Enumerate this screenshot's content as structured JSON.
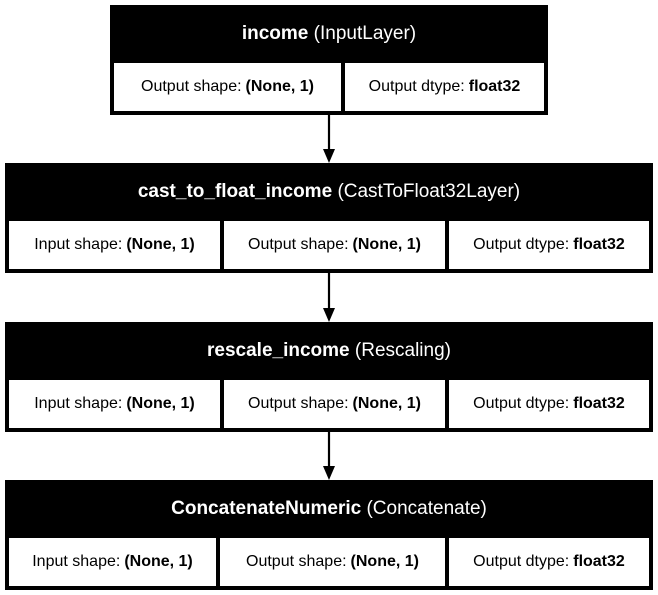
{
  "layers": [
    {
      "name": "income",
      "type": "(InputLayer)",
      "fields": [
        {
          "label": "Output shape:",
          "value": "(None, 1)"
        },
        {
          "label": "Output dtype:",
          "value": "float32"
        }
      ]
    },
    {
      "name": "cast_to_float_income",
      "type": "(CastToFloat32Layer)",
      "fields": [
        {
          "label": "Input shape:",
          "value": "(None, 1)"
        },
        {
          "label": "Output shape:",
          "value": "(None, 1)"
        },
        {
          "label": "Output dtype:",
          "value": "float32"
        }
      ]
    },
    {
      "name": "rescale_income",
      "type": "(Rescaling)",
      "fields": [
        {
          "label": "Input shape:",
          "value": "(None, 1)"
        },
        {
          "label": "Output shape:",
          "value": "(None, 1)"
        },
        {
          "label": "Output dtype:",
          "value": "float32"
        }
      ]
    },
    {
      "name": "ConcatenateNumeric",
      "type": "(Concatenate)",
      "fields": [
        {
          "label": "Input shape:",
          "value": "(None, 1)"
        },
        {
          "label": "Output shape:",
          "value": "(None, 1)"
        },
        {
          "label": "Output dtype:",
          "value": "float32"
        }
      ]
    }
  ],
  "edges": [
    {
      "from": 0,
      "to": 1
    },
    {
      "from": 1,
      "to": 2
    },
    {
      "from": 2,
      "to": 3
    }
  ]
}
